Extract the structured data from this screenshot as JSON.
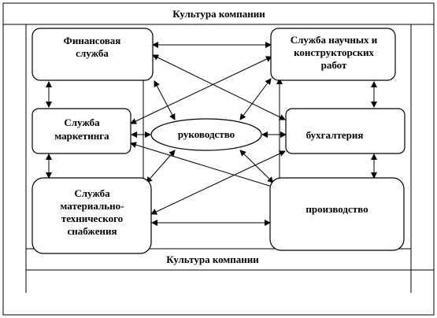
{
  "header": {
    "title": "Культура компании"
  },
  "footer": {
    "title": "Культура компании"
  },
  "nodes": {
    "finance": {
      "lines": [
        "Финансовая",
        "служба"
      ]
    },
    "research": {
      "lines": [
        "Служба научных и",
        "конструкторских",
        "работ"
      ]
    },
    "marketing": {
      "lines": [
        "Служба",
        "маркетинга"
      ]
    },
    "management": {
      "lines": [
        "руководство"
      ]
    },
    "accounting": {
      "lines": [
        "бухгалтерия"
      ]
    },
    "supply": {
      "lines": [
        "Служба",
        "материально-",
        "технического",
        "снабжения"
      ]
    },
    "production": {
      "lines": [
        "производство"
      ]
    }
  }
}
